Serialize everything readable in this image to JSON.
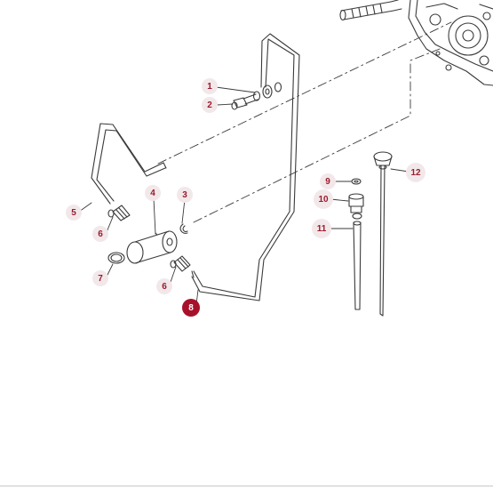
{
  "colors": {
    "callout_bg": "#f2e8ea",
    "callout_text": "#9a1b2e",
    "callout_selected_bg": "#a8102a",
    "callout_selected_text": "#ffffff",
    "line": "#3a3a3a"
  },
  "callouts": [
    {
      "id": "c1",
      "label": "1"
    },
    {
      "id": "c2",
      "label": "2"
    },
    {
      "id": "c3",
      "label": "3"
    },
    {
      "id": "c4",
      "label": "4"
    },
    {
      "id": "c5",
      "label": "5"
    },
    {
      "id": "c6a",
      "label": "6"
    },
    {
      "id": "c6b",
      "label": "6"
    },
    {
      "id": "c7",
      "label": "7"
    },
    {
      "id": "c8",
      "label": "8",
      "selected": true
    },
    {
      "id": "c9",
      "label": "9"
    },
    {
      "id": "c10",
      "label": "10"
    },
    {
      "id": "c11",
      "label": "11"
    },
    {
      "id": "c12",
      "label": "12"
    }
  ]
}
